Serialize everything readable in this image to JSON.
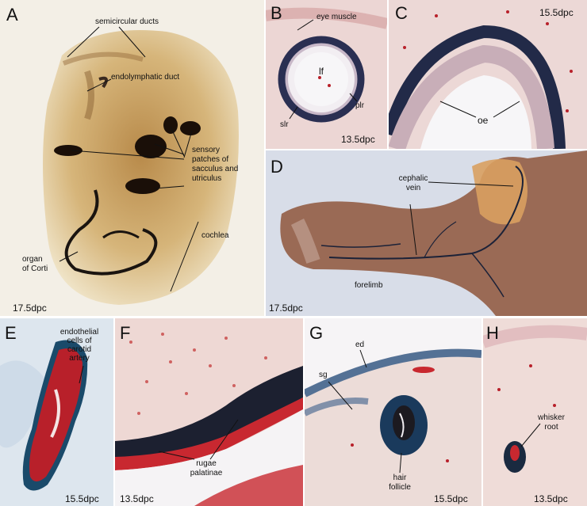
{
  "panels": {
    "A": {
      "letter": "A",
      "stage": "17.5dpc",
      "labels": {
        "semicircular": "semicircular ducts",
        "endolymphatic": "endolymphatic duct",
        "sensory_1": "sensory",
        "sensory_2": "patches of",
        "sensory_3": "sacculus and",
        "sensory_4": "utriculus",
        "organ_1": "organ",
        "organ_2": "of Corti",
        "cochlea": "cochlea"
      }
    },
    "B": {
      "letter": "B",
      "stage": "13.5dpc",
      "labels": {
        "eye_muscle": "eye muscle",
        "lf": "lf",
        "slr": "slr",
        "plr": "plr"
      }
    },
    "C": {
      "letter": "C",
      "stage": "15.5dpc",
      "labels": {
        "oe": "oe"
      }
    },
    "D": {
      "letter": "D",
      "stage": "17.5dpc",
      "labels": {
        "cephalic_1": "cephalic",
        "cephalic_2": "vein",
        "forelimb": "forelimb"
      }
    },
    "E": {
      "letter": "E",
      "stage": "15.5dpc",
      "labels": {
        "endo_1": "endothelial",
        "endo_2": "cells of",
        "endo_3": "carotid",
        "endo_4": "artery"
      }
    },
    "F": {
      "letter": "F",
      "stage": "13.5dpc",
      "labels": {
        "rugae_1": "rugae",
        "rugae_2": "palatinae"
      }
    },
    "G": {
      "letter": "G",
      "stage": "15.5dpc",
      "labels": {
        "ed": "ed",
        "sg": "sg",
        "hair_1": "hair",
        "hair_2": "follicle"
      }
    },
    "H": {
      "letter": "H",
      "stage": "13.5dpc",
      "labels": {
        "whisker_1": "whisker",
        "whisker_2": "root"
      }
    }
  },
  "colors": {
    "stain_blue": "#1c2f4a",
    "tissue_red": "#b8202a",
    "tissue_pink": "#e8c0bc",
    "ear_tan": "#c89a55",
    "limb_brown": "#7a4a3a",
    "bg_blue": "#d8dde8"
  }
}
